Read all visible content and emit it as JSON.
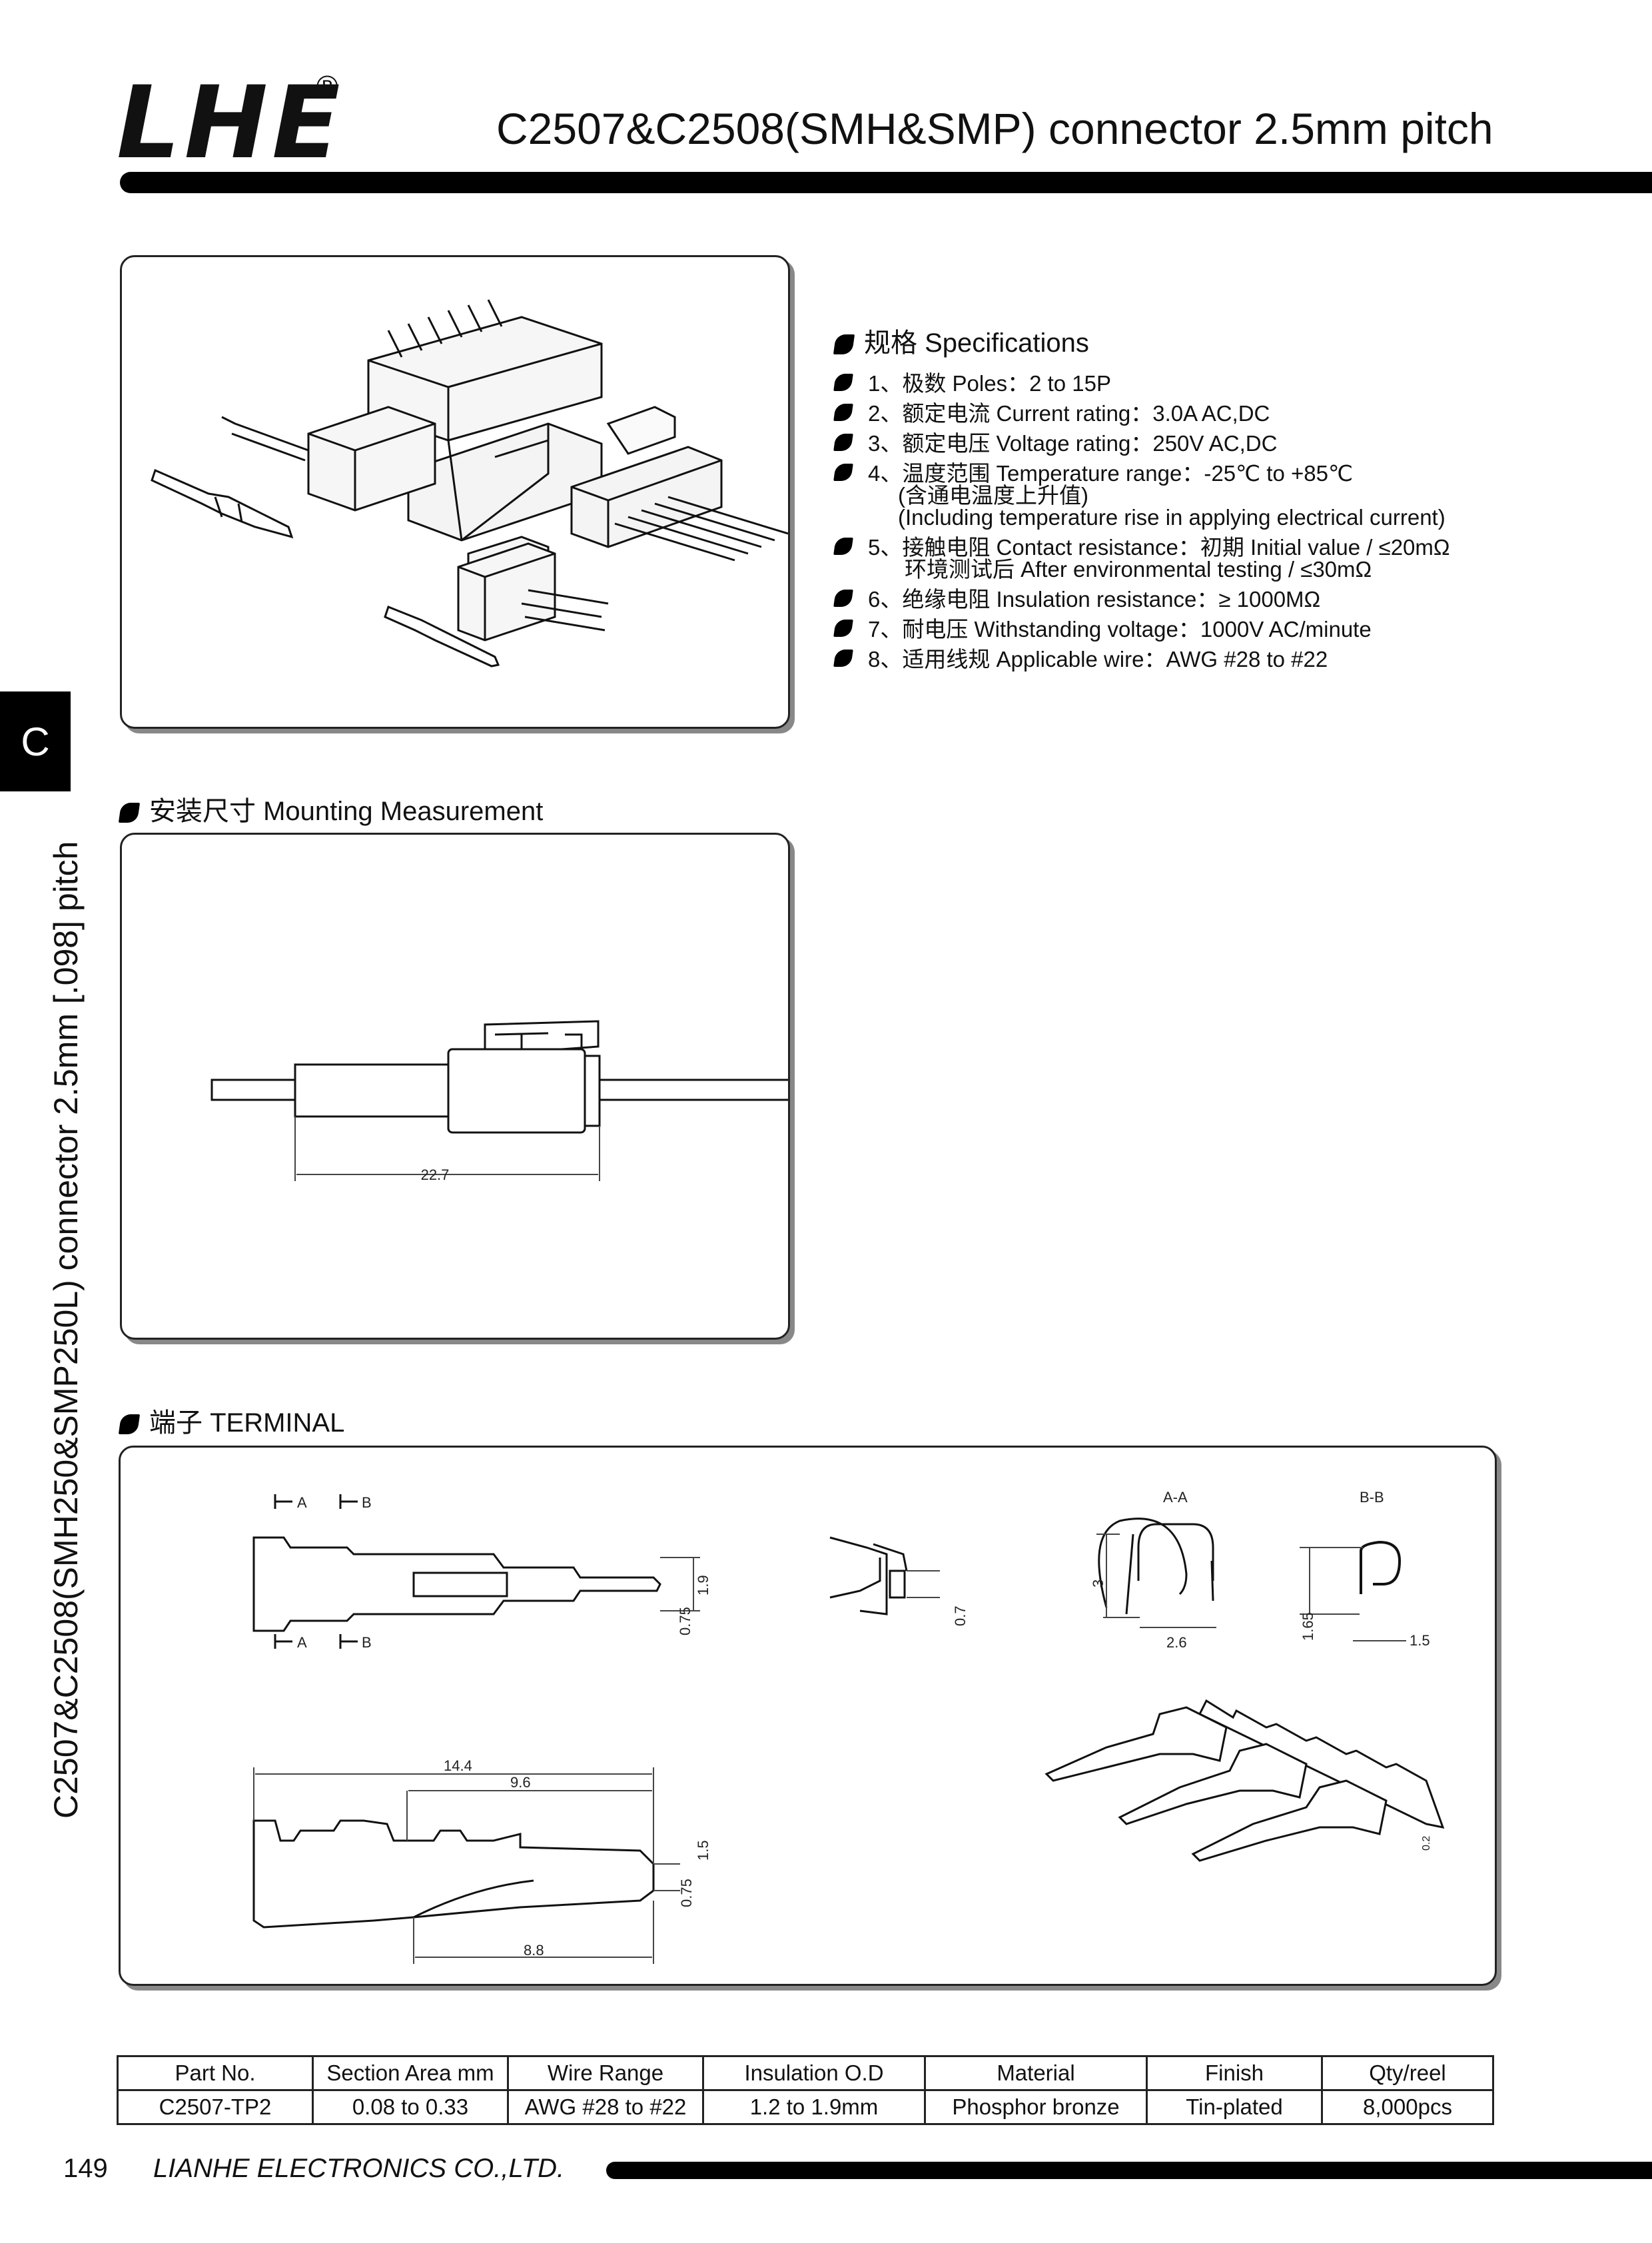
{
  "header": {
    "logo": "LHE",
    "registered_mark": "®",
    "title": "C2507&C2508(SMH&SMP) connector 2.5mm pitch"
  },
  "side_tab": {
    "letter": "C",
    "vertical_text": "C2507&C2508(SMH250&SMP250L) connector 2.5mm [.098] pitch"
  },
  "specifications": {
    "heading": "规格 Specifications",
    "items": [
      "1、极数 Poles：2 to 15P",
      "2、额定电流 Current rating：3.0A  AC,DC",
      "3、额定电压 Voltage rating：250V  AC,DC",
      "4、温度范围 Temperature range：-25℃ to +85℃",
      "5、接触电阻 Contact resistance：初期 Initial value / ≤20mΩ",
      "6、绝缘电阻 Insulation resistance：≥ 1000MΩ",
      "7、耐电压 Withstanding voltage：1000V  AC/minute",
      "8、适用线规 Applicable wire：AWG #28 to #22"
    ],
    "item4_note1": "(含通电温度上升值)",
    "item4_note2": "(Including temperature rise in applying electrical current)",
    "item5_note": "环境测试后 After environmental testing / ≤30mΩ"
  },
  "mounting": {
    "heading": "安装尺寸 Mounting Measurement",
    "dim": "22.7"
  },
  "terminal": {
    "heading": "端子 TERMINAL",
    "labels": {
      "a": "A",
      "b": "B",
      "aa": "A-A",
      "bb": "B-B",
      "d_1_9": "1.9",
      "d_0_75": "0.75",
      "d_0_7": "0.7",
      "d_3": "3",
      "d_2_6": "2.6",
      "d_1_65": "1.65",
      "d_1_5": "1.5",
      "d_14_4": "14.4",
      "d_9_6": "9.6",
      "d_8_8": "8.8",
      "d_0_2": "0.2"
    }
  },
  "table": {
    "headers": [
      "Part No.",
      "Section Area mm",
      "Wire Range",
      "Insulation O.D",
      "Material",
      "Finish",
      "Qty/reel"
    ],
    "rows": [
      [
        "C2507-TP2",
        "0.08 to 0.33",
        "AWG #28 to #22",
        "1.2 to 1.9mm",
        "Phosphor bronze",
        "Tin-plated",
        "8,000pcs"
      ]
    ]
  },
  "footer": {
    "page_number": "149",
    "company": "LIANHE ELECTRONICS CO.,LTD."
  }
}
